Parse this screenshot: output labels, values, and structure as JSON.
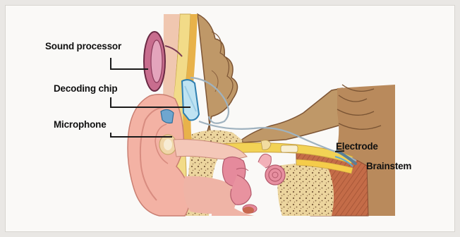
{
  "labels": {
    "sound_processor": "Sound processor",
    "decoding_chip": "Decoding chip",
    "microphone": "Microphone",
    "electrode": "Electrode",
    "brainstem": "Brainstem"
  },
  "colors": {
    "skin": "#f2b7aa",
    "skin_shadow": "#d98a80",
    "bone": "#f0dc9c",
    "bone_spongy": "#e9d29a",
    "brain": "#b88e64",
    "brain_dark": "#8d6040",
    "muscle": "#c06a48",
    "processor": "#c86d8e",
    "chip": "#bfe3f2",
    "wire": "#9fb2bf",
    "cochlea": "#e58a9c",
    "nerve": "#f2d255",
    "leader_line": "#1a1a1a"
  }
}
